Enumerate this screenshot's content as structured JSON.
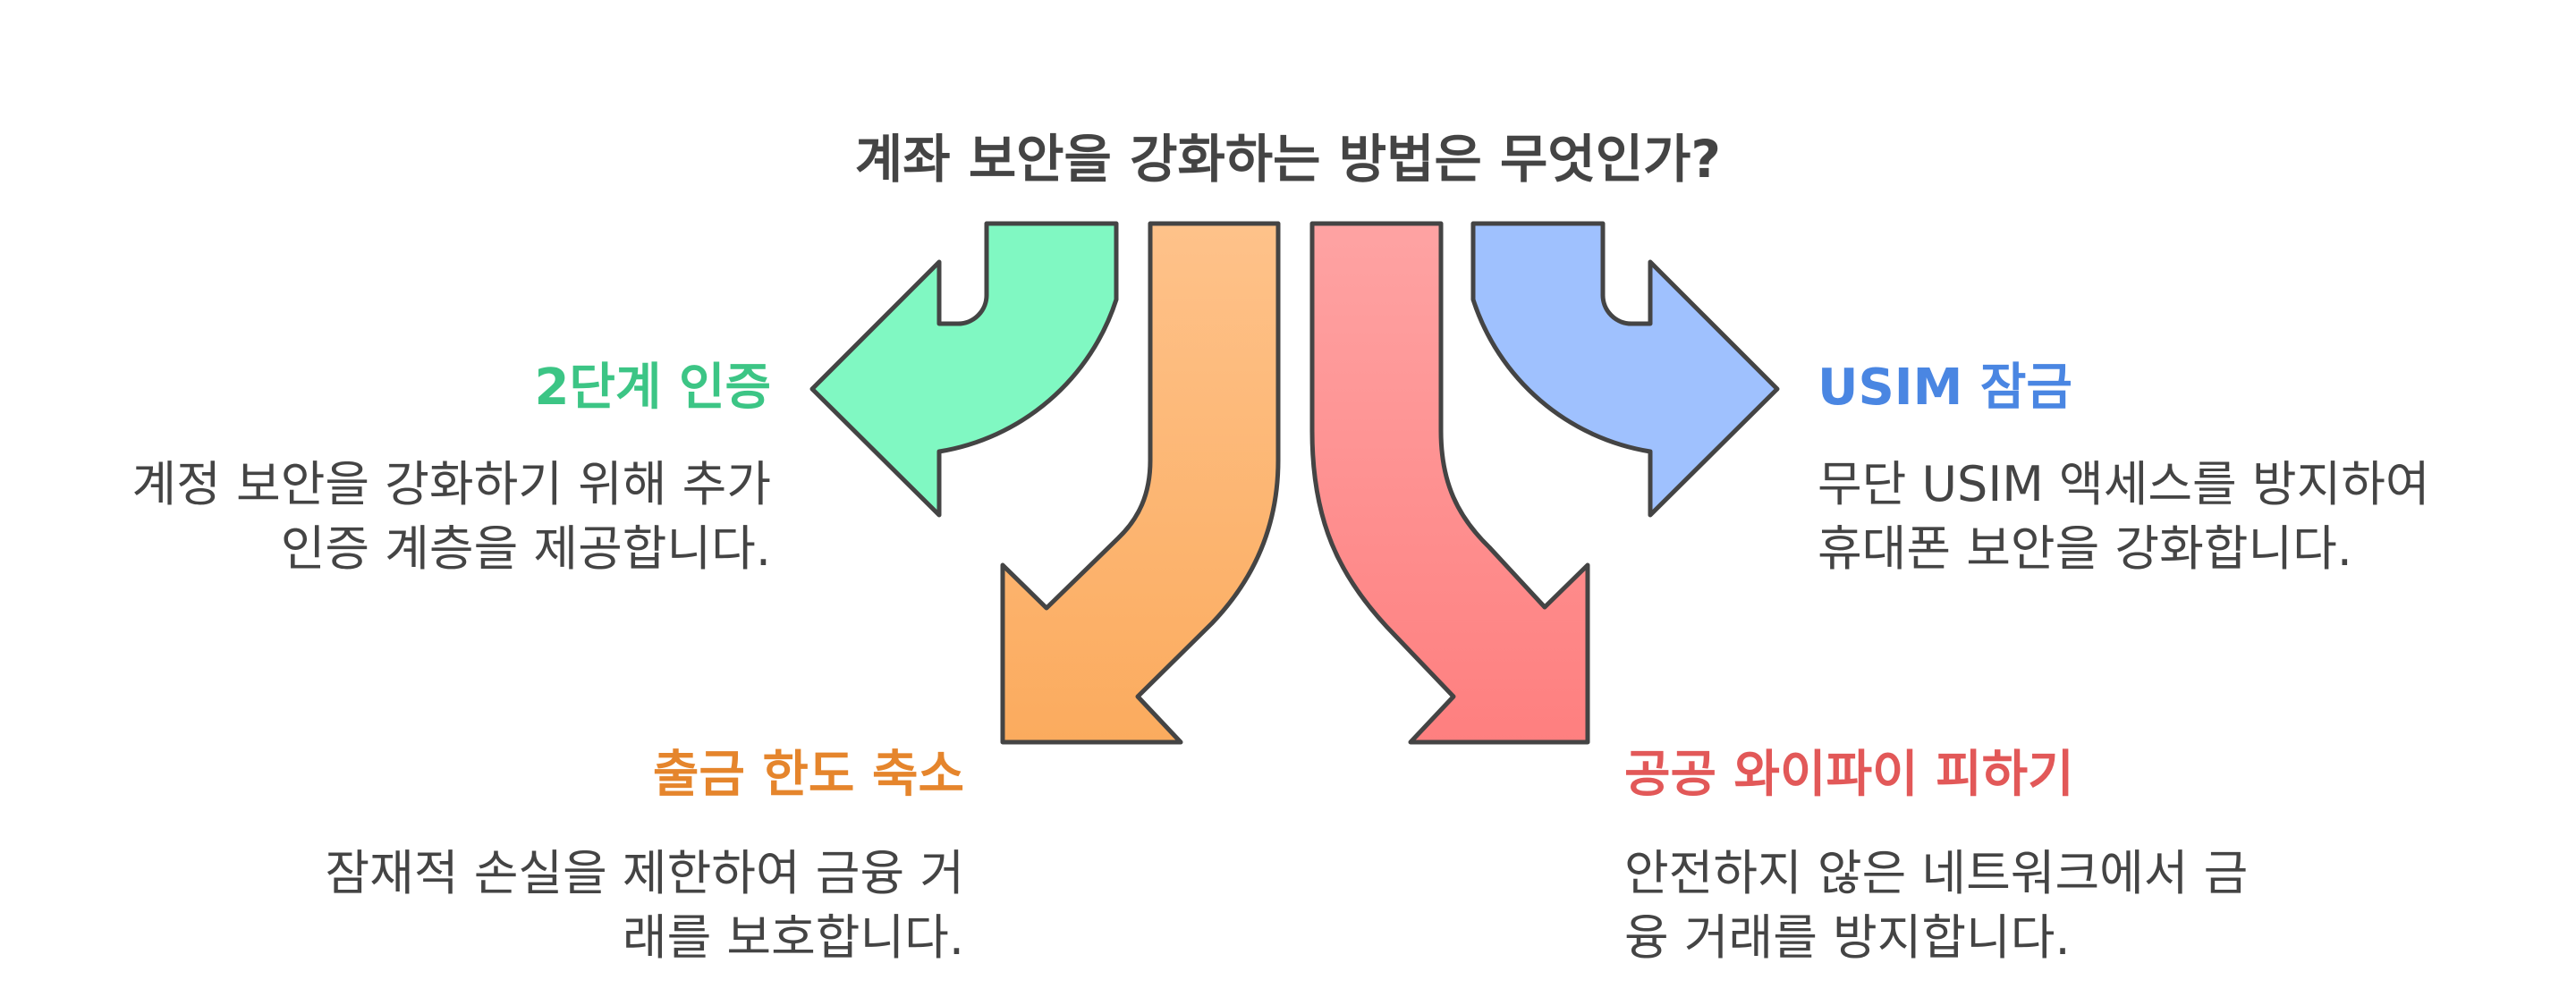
{
  "title": "계좌 보안을 강화하는 방법은 무엇인가?",
  "items": [
    {
      "heading": "2단계 인증",
      "description_lines": [
        "계정 보안을 강화하기 위해 추가",
        "인증 계층을 제공합니다."
      ],
      "color": "#3cc585",
      "arrow_color": "#80f8c2"
    },
    {
      "heading": "출금 한도 축소",
      "description_lines": [
        "잠재적 손실을 제한하여 금융 거",
        "래를 보호합니다."
      ],
      "color": "#e5852c",
      "arrow_color_top": "#fec28a",
      "arrow_color_bottom": "#fbab5e"
    },
    {
      "heading": "공공 와이파이 피하기",
      "description_lines": [
        "안전하지 않은 네트워크에서 금",
        "융 거래를 방지합니다."
      ],
      "color": "#e25858",
      "arrow_color_top": "#fea3a3",
      "arrow_color_bottom": "#fe7f7f"
    },
    {
      "heading": "USIM 잠금",
      "description_lines": [
        "무단 USIM 액세스를 방지하여",
        "휴대폰 보안을 강화합니다."
      ],
      "color": "#4a86e2",
      "arrow_color": "#9fc1fe"
    }
  ]
}
